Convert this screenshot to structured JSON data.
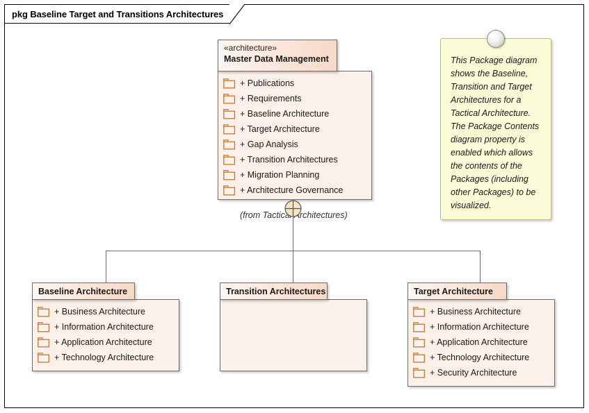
{
  "diagram": {
    "type": "uml-package-diagram",
    "frame_label": "pkg Baseline Target and Transitions Architectures",
    "background_color": "#ffffff",
    "frame_border_color": "#000000"
  },
  "colors": {
    "package_header_gradient_start": "#fdf6f2",
    "package_header_gradient_end": "#f6d9c8",
    "package_body": "#fbf0ea",
    "package_border": "#6b6b6b",
    "folder_icon": "#c8813c",
    "note_background": "#fcfbd8",
    "note_border": "#b9b98a",
    "connector": "#6b6b6b",
    "containment_fill": "#f7e3c0"
  },
  "main_package": {
    "stereotype": "«architecture»",
    "name": "Master Data Management",
    "from_label": "(from Tactical Architectures)",
    "members": [
      {
        "visibility": "+",
        "label": "+ Publications",
        "icon": "folder-icon"
      },
      {
        "visibility": "+",
        "label": "+ Requirements",
        "icon": "folder-icon"
      },
      {
        "visibility": "+",
        "label": "+ Baseline Architecture",
        "icon": "folder-icon"
      },
      {
        "visibility": "+",
        "label": "+ Target Architecture",
        "icon": "folder-icon"
      },
      {
        "visibility": "+",
        "label": "+ Gap Analysis",
        "icon": "folder-icon"
      },
      {
        "visibility": "+",
        "label": "+ Transition Architectures",
        "icon": "folder-icon"
      },
      {
        "visibility": "+",
        "label": "+ Migration Planning",
        "icon": "folder-icon"
      },
      {
        "visibility": "+",
        "label": "+ Architecture Governance",
        "icon": "folder-icon"
      }
    ]
  },
  "note": {
    "icon": "note-pin-icon",
    "text": "This Package diagram shows the Baseline, Transition and Target Architectures for a Tactical Architecture. The Package Contents diagram property is enabled which allows the contents of the Packages (including other Packages) to be visualized."
  },
  "containment": {
    "icon": "circle-plus-containment-icon"
  },
  "child_packages": [
    {
      "name": "Baseline Architecture",
      "members": [
        {
          "label": "+ Business Architecture",
          "icon": "folder-icon"
        },
        {
          "label": "+ Information Architecture",
          "icon": "folder-icon"
        },
        {
          "label": "+ Application Architecture",
          "icon": "folder-icon"
        },
        {
          "label": "+ Technology Architecture",
          "icon": "folder-icon"
        }
      ]
    },
    {
      "name": "Transition Architectures",
      "members": []
    },
    {
      "name": "Target Architecture",
      "members": [
        {
          "label": "+ Business Architecture",
          "icon": "folder-icon"
        },
        {
          "label": "+ Information Architecture",
          "icon": "folder-icon"
        },
        {
          "label": "+ Application Architecture",
          "icon": "folder-icon"
        },
        {
          "label": "+ Technology Architecture",
          "icon": "folder-icon"
        },
        {
          "label": "+ Security Architecture",
          "icon": "folder-icon"
        }
      ]
    }
  ]
}
